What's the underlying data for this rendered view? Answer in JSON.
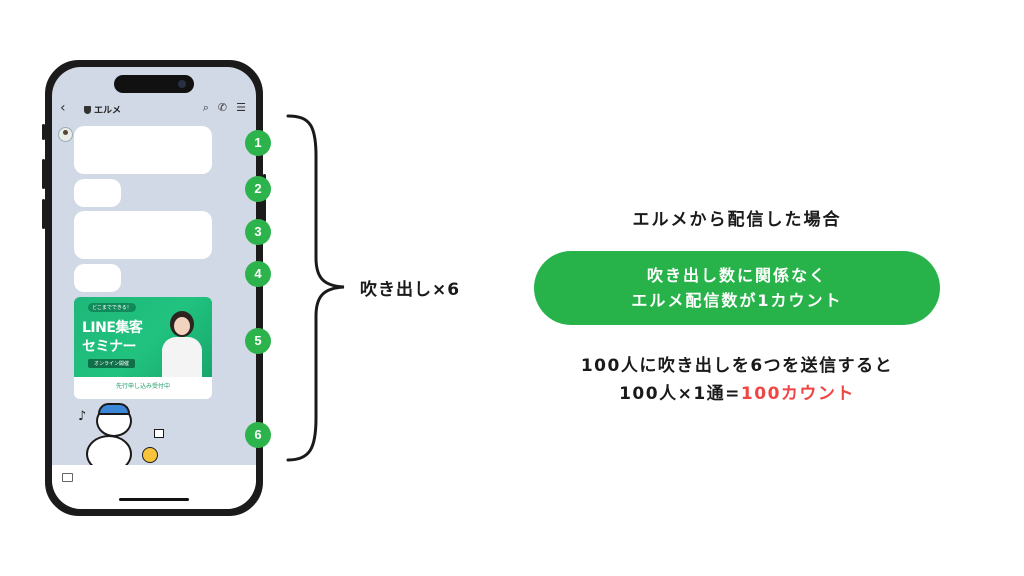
{
  "phone": {
    "header": {
      "back_icon": "chevron-left-icon",
      "title": "エルメ",
      "icons": [
        "search-icon",
        "phone-icon",
        "menu-icon"
      ]
    },
    "banner": {
      "tag": "どこまでできる！",
      "line1": "LINE集客",
      "line2": "セミナー",
      "online": "オンライン開催",
      "cta": "先行申し込み受付中"
    }
  },
  "badges": [
    "1",
    "2",
    "3",
    "4",
    "5",
    "6"
  ],
  "bubble_count_label": "吹き出し×6",
  "heading": "エルメから配信した場合",
  "pill": {
    "line1": "吹き出し数に関係なく",
    "line2": "エルメ配信数が1カウント"
  },
  "description": {
    "line1": "100人に吹き出しを6つを送信すると",
    "line2_prefix": "100人×1通=",
    "line2_highlight": "100カウント"
  },
  "colors": {
    "accent_green": "#2cb34c",
    "highlight_red": "#f04545",
    "chat_background": "#d2d9e6"
  }
}
